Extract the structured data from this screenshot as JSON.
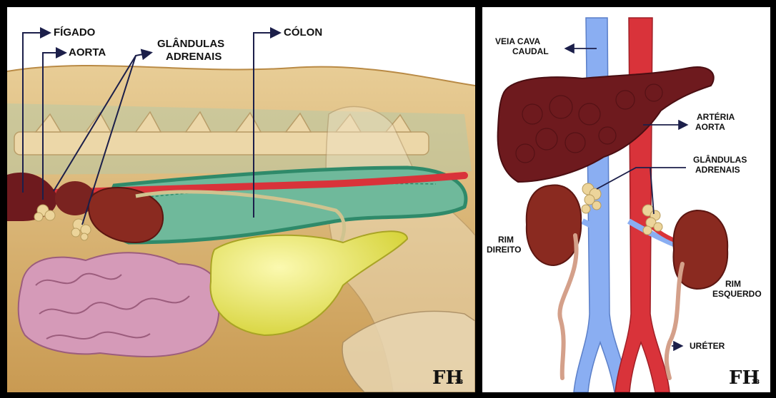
{
  "left_panel": {
    "labels": {
      "liver": "FÍGADO",
      "aorta": "AORTA",
      "adrenal_line1": "GLÂNDULAS",
      "adrenal_line2": "ADRENAIS",
      "colon": "CÓLON"
    },
    "signature": {
      "initials": "FH",
      "year": "13"
    }
  },
  "right_panel": {
    "labels": {
      "caudal_vena_cava_line1": "VEIA CAVA",
      "caudal_vena_cava_line2": "CAUDAL",
      "aortic_artery_line1": "ARTÉRIA",
      "aortic_artery_line2": "AORTA",
      "adrenal_line1": "GLÂNDULAS",
      "adrenal_line2": "ADRENAIS",
      "right_kidney_line1": "RIM",
      "right_kidney_line2": "DIREITO",
      "left_kidney_line1": "RIM",
      "left_kidney_line2": "ESQUERDO",
      "ureter": "URÉTER"
    },
    "signature": {
      "initials": "FH",
      "year": "13"
    }
  },
  "colors": {
    "vena_cava": "#8aaef2",
    "aorta": "#d9333a",
    "liver": "#6e1a1e",
    "kidney": "#8a2a20",
    "adrenal": "#ecd49a",
    "colon_wall": "#2f8a6a",
    "bladder": "#e6e35a",
    "intestine": "#d59ab8",
    "fur": "#dcb77d",
    "spine": "#ecd7a8",
    "ureter": "#d4a08a"
  }
}
